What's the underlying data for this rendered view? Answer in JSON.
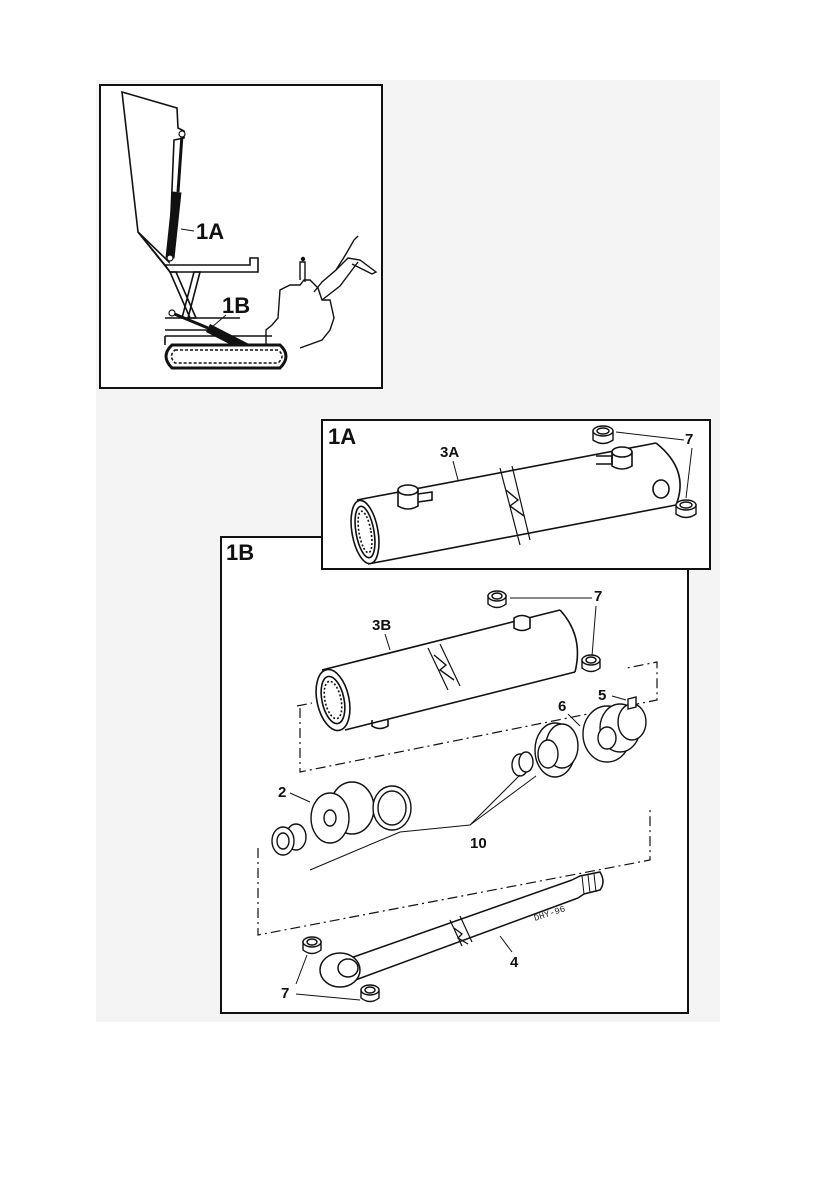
{
  "overview": {
    "label_1a": "1A",
    "label_1b": "1B"
  },
  "panel_1a": {
    "title": "1A",
    "callout_3a": "3A",
    "callout_7": "7"
  },
  "panel_1b": {
    "title": "1B",
    "callout_3b": "3B",
    "callout_7_top": "7",
    "callout_5": "5",
    "callout_6": "6",
    "callout_2": "2",
    "callout_10": "10",
    "callout_4": "4",
    "callout_7_bottom": "7",
    "signature": "DHY-96"
  },
  "colors": {
    "line": "#111111",
    "scan_gray": "#f2f2f2",
    "background": "#ffffff"
  }
}
